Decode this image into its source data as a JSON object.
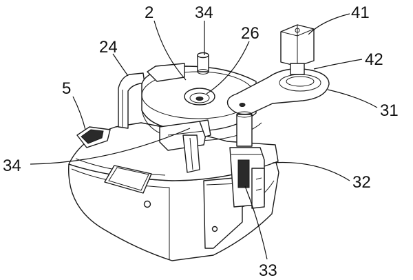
{
  "figure": {
    "callouts": [
      {
        "id": "c2",
        "text": "2"
      },
      {
        "id": "c34a",
        "text": "34"
      },
      {
        "id": "c26",
        "text": "26"
      },
      {
        "id": "c24",
        "text": "24"
      },
      {
        "id": "c5",
        "text": "5"
      },
      {
        "id": "c41",
        "text": "41"
      },
      {
        "id": "c42",
        "text": "42"
      },
      {
        "id": "c31",
        "text": "31"
      },
      {
        "id": "c34b",
        "text": "34"
      },
      {
        "id": "c32",
        "text": "32"
      },
      {
        "id": "c33",
        "text": "33"
      }
    ]
  }
}
